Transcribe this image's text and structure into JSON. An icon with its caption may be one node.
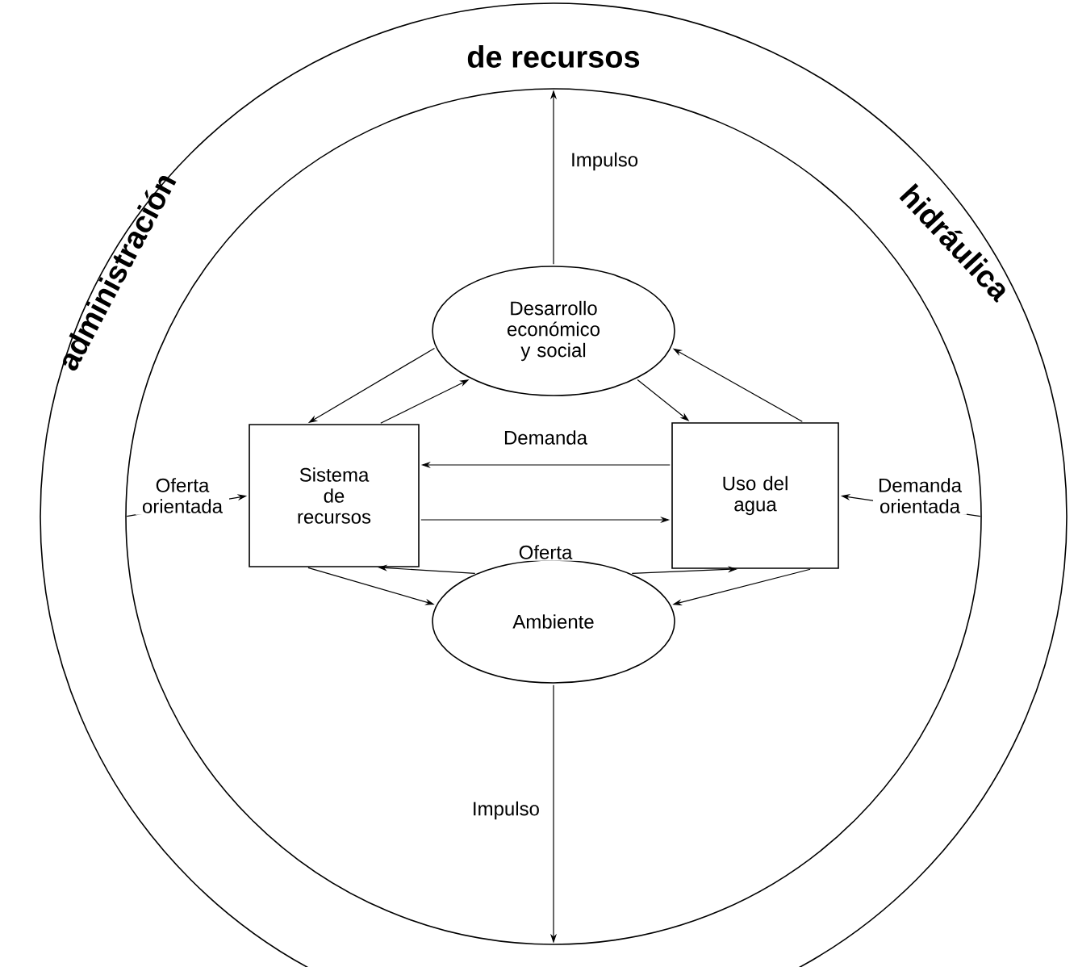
{
  "diagram": {
    "nodes": [
      {
        "text": [
          "administración",
          "de recursos",
          "hidráulica"
        ]
      },
      {
        "text": [
          "Desarrollo económico y social"
        ],
        "in": 0
      },
      {
        "text": [
          "Sistema de recursos"
        ],
        "in": 0
      },
      {
        "text": [
          "Uso del agua"
        ],
        "in": 0
      },
      {
        "text": [
          "Ambiente"
        ],
        "in": 0
      }
    ],
    "edges": [
      {
        "from": 1,
        "to": 0,
        "arrow": "to",
        "label": "Impulso"
      },
      {
        "from": 0,
        "to": 2,
        "arrow": "to",
        "label": "Oferta orientada"
      },
      {
        "from": 0,
        "to": 3,
        "arrow": "to",
        "label": "Demanda orientada"
      },
      {
        "from": 3,
        "to": 2,
        "arrow": "to",
        "label": "Demanda"
      },
      {
        "from": 2,
        "to": 3,
        "arrow": "to",
        "label": "Oferta"
      },
      {
        "from": 1,
        "to": 2,
        "arrow": "to"
      },
      {
        "from": 2,
        "to": 1,
        "arrow": "to"
      },
      {
        "from": 1,
        "to": 3,
        "arrow": "to"
      },
      {
        "from": 3,
        "to": 1,
        "arrow": "to"
      },
      {
        "from": 2,
        "to": 4,
        "arrow": "to"
      },
      {
        "from": 4,
        "to": 2,
        "arrow": "to"
      },
      {
        "from": 3,
        "to": 4,
        "arrow": "to"
      },
      {
        "from": 4,
        "to": 3,
        "arrow": "to"
      },
      {
        "from": 4,
        "to": 0,
        "arrow": "to",
        "label": "Impulso"
      }
    ]
  }
}
